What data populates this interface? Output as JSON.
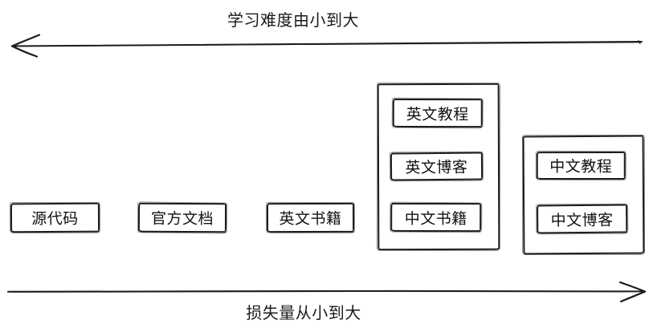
{
  "diagram": {
    "top_arrow": {
      "label": "学习难度由小到大",
      "direction": "left"
    },
    "bottom_arrow": {
      "label": "损失量从小到大",
      "direction": "right"
    },
    "boxes": [
      {
        "label": "源代码"
      },
      {
        "label": "官方文档"
      },
      {
        "label": "英文书籍"
      }
    ],
    "group1": {
      "items": [
        {
          "label": "英文教程"
        },
        {
          "label": "英文博客"
        },
        {
          "label": "中文书籍"
        }
      ]
    },
    "group2": {
      "items": [
        {
          "label": "中文教程"
        },
        {
          "label": "中文博客"
        }
      ]
    },
    "colors": {
      "stroke": "#1c1c1c",
      "background": "#ffffff",
      "text": "#111111"
    }
  }
}
